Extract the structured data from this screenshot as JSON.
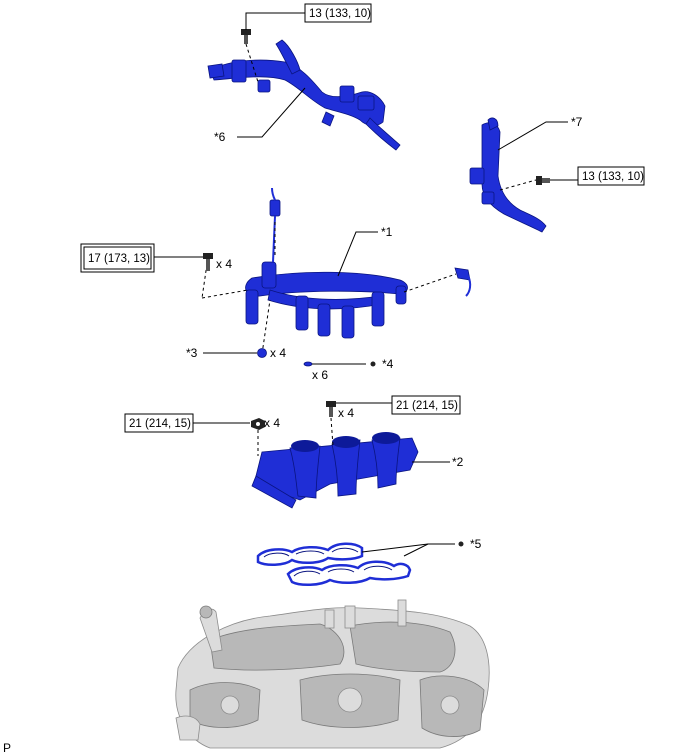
{
  "parts": {
    "wire_harness_upper": "*6",
    "wire_harness_right": "*7",
    "fuel_delivery_pipe": "*1",
    "insulator": "*3",
    "o_ring": "*4",
    "intake_manifold": "*2",
    "gaskets": "*5"
  },
  "torques": {
    "t1": "13 (133, 10)",
    "t2": "13 (133, 10)",
    "t3": "17 (173, 13)",
    "t4": "21 (214, 15)",
    "t5": "21 (214, 15)"
  },
  "quantities": {
    "q_delivery_bolts": "x 4",
    "q_insulators": "x 4",
    "q_orings": "x 6",
    "q_manifold_bolts_right": "x 4",
    "q_manifold_nuts_left": "x 4"
  },
  "legend": {
    "non_reusable_marker": "P"
  },
  "colors": {
    "part_blue": "#1f2ed6",
    "engine_gray": "#dcdcdc"
  }
}
